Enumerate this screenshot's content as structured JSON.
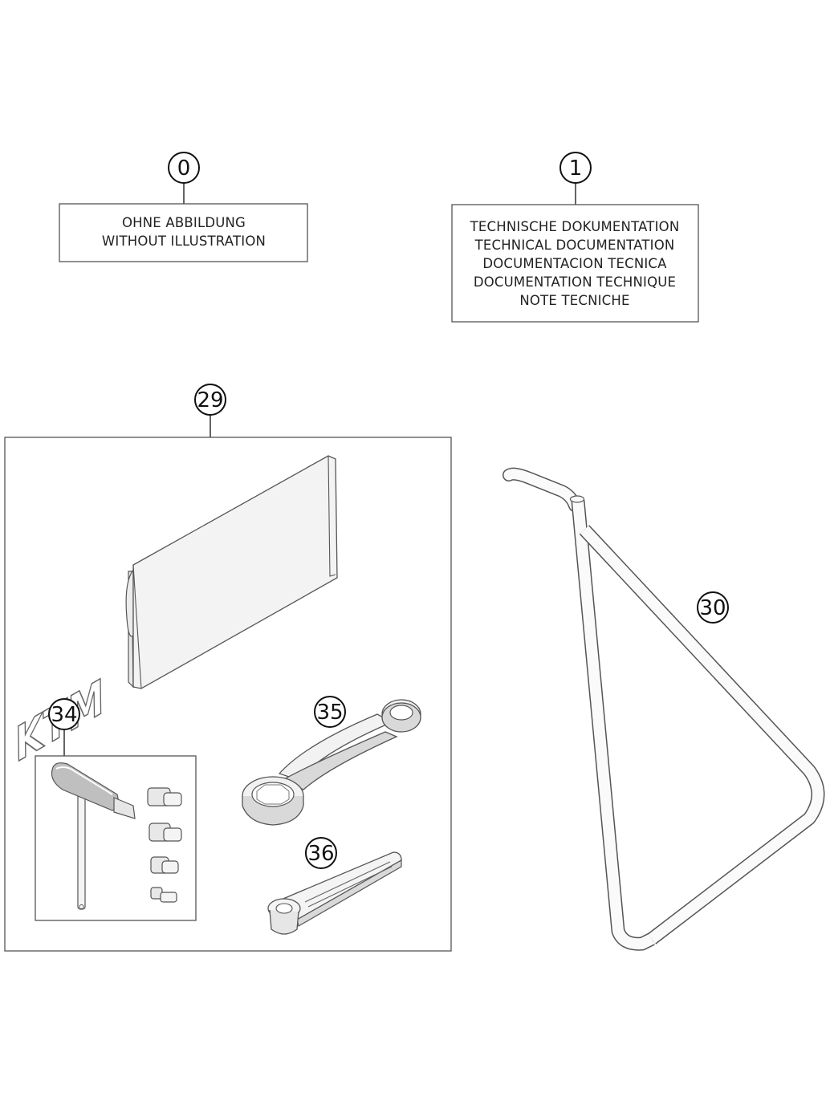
{
  "callouts": {
    "c0": "0",
    "c1": "1",
    "c29": "29",
    "c30": "30",
    "c34": "34",
    "c35": "35",
    "c36": "36"
  },
  "box0": {
    "lines": [
      "OHNE ABBILDUNG",
      "WITHOUT ILLUSTRATION"
    ]
  },
  "box1": {
    "lines": [
      "TECHNISCHE DOKUMENTATION",
      "TECHNICAL DOCUMENTATION",
      "DOCUMENTACION TECNICA",
      "DOCUMENTATION TECHNIQUE",
      "NOTE TECNICHE"
    ]
  },
  "logo": {
    "text": "KTM"
  },
  "colors": {
    "line": "#555555",
    "fill_light": "#f2f2f2",
    "fill_mid": "#d9d9d9",
    "fill_dark": "#a6a6a6"
  }
}
